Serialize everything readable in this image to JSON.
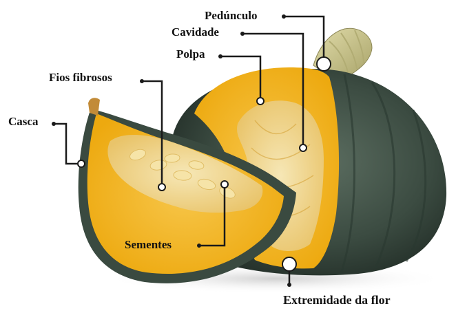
{
  "labels": {
    "pedunculo": "Pedúnculo",
    "cavidade": "Cavidade",
    "polpa": "Polpa",
    "fios_fibrosos": "Fios fibrosos",
    "casca": "Casca",
    "sementes": "Sementes",
    "extremidade_da_flor": "Extremidade da flor"
  },
  "colors": {
    "rind": "#3d4d44",
    "rind_dark": "#24302a",
    "flesh": "#f4b81c",
    "flesh_light": "#f7cf5e",
    "fiber": "#f2dea0",
    "stem": "#c9c48a",
    "leader_line": "#1a1a1a"
  },
  "illustration": "pumpkin-cross-section"
}
